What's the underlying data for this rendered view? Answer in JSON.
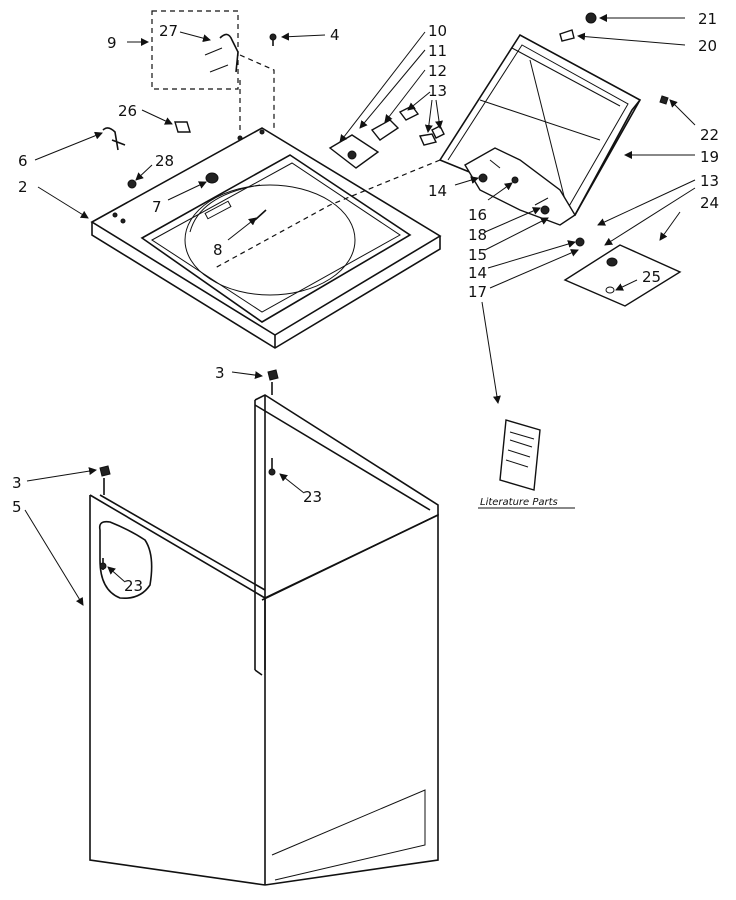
{
  "callouts": [
    {
      "id": "c21",
      "label": "21"
    },
    {
      "id": "c20",
      "label": "20"
    },
    {
      "id": "c9",
      "label": "9"
    },
    {
      "id": "c27",
      "label": "27"
    },
    {
      "id": "c4",
      "label": "4"
    },
    {
      "id": "c10",
      "label": "10"
    },
    {
      "id": "c11",
      "label": "11"
    },
    {
      "id": "c12",
      "label": "12"
    },
    {
      "id": "c13a",
      "label": "13"
    },
    {
      "id": "c22",
      "label": "22"
    },
    {
      "id": "c26",
      "label": "26"
    },
    {
      "id": "c6",
      "label": "6"
    },
    {
      "id": "c28",
      "label": "28"
    },
    {
      "id": "c19",
      "label": "19"
    },
    {
      "id": "c2",
      "label": "2"
    },
    {
      "id": "c7",
      "label": "7"
    },
    {
      "id": "c13b",
      "label": "13"
    },
    {
      "id": "c24",
      "label": "24"
    },
    {
      "id": "c14a",
      "label": "14"
    },
    {
      "id": "c16",
      "label": "16"
    },
    {
      "id": "c18",
      "label": "18"
    },
    {
      "id": "c15",
      "label": "15"
    },
    {
      "id": "c14b",
      "label": "14"
    },
    {
      "id": "c17",
      "label": "17"
    },
    {
      "id": "c25",
      "label": "25"
    },
    {
      "id": "c8",
      "label": "8"
    },
    {
      "id": "c3a",
      "label": "3"
    },
    {
      "id": "c23a",
      "label": "23"
    },
    {
      "id": "c3b",
      "label": "3"
    },
    {
      "id": "c5",
      "label": "5"
    },
    {
      "id": "c23b",
      "label": "23"
    }
  ],
  "literature_caption": "Literature Parts"
}
